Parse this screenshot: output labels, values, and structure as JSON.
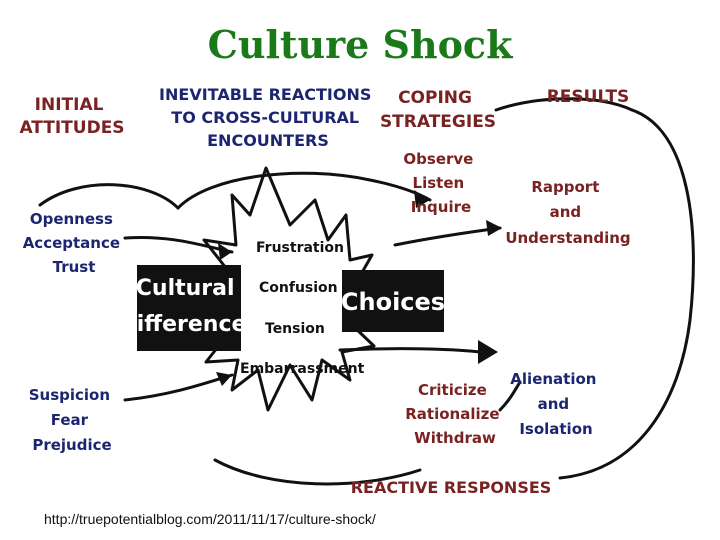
{
  "title": "Culture Shock",
  "headers": {
    "initial_attitudes": [
      "INITIAL",
      "ATTITUDES"
    ],
    "inevitable_reactions": [
      "INEVITABLE REACTIONS",
      "TO CROSS-CULTURAL",
      "ENCOUNTERS"
    ],
    "coping_strategies": [
      "COPING",
      "STRATEGIES"
    ],
    "results": "RESULTS",
    "reactive_responses": "REACTIVE RESPONSES"
  },
  "attitudes": {
    "positive": [
      "Openness",
      "Acceptance",
      "Trust"
    ],
    "negative": [
      "Suspicion",
      "Fear",
      "Prejudice"
    ]
  },
  "cultural_differences": [
    "Cultural",
    "Differences"
  ],
  "reactions": [
    "Frustration",
    "Confusion",
    "Tension",
    "Embarrassment"
  ],
  "choices": "Choices",
  "coping": [
    "Observe",
    "Listen",
    "Inquire"
  ],
  "reactive": [
    "Criticize",
    "Rationalize",
    "Withdraw"
  ],
  "results": {
    "positive": [
      "Rapport",
      "and",
      "Understanding"
    ],
    "negative": [
      "Alienation",
      "and",
      "Isolation"
    ]
  },
  "source_url": "http://truepotentialblog.com/2011/11/17/culture-shock/",
  "colors": {
    "title": "#1a7a1a",
    "maroon": "#7a2222",
    "navy": "#1c2670",
    "ink": "#111111"
  }
}
